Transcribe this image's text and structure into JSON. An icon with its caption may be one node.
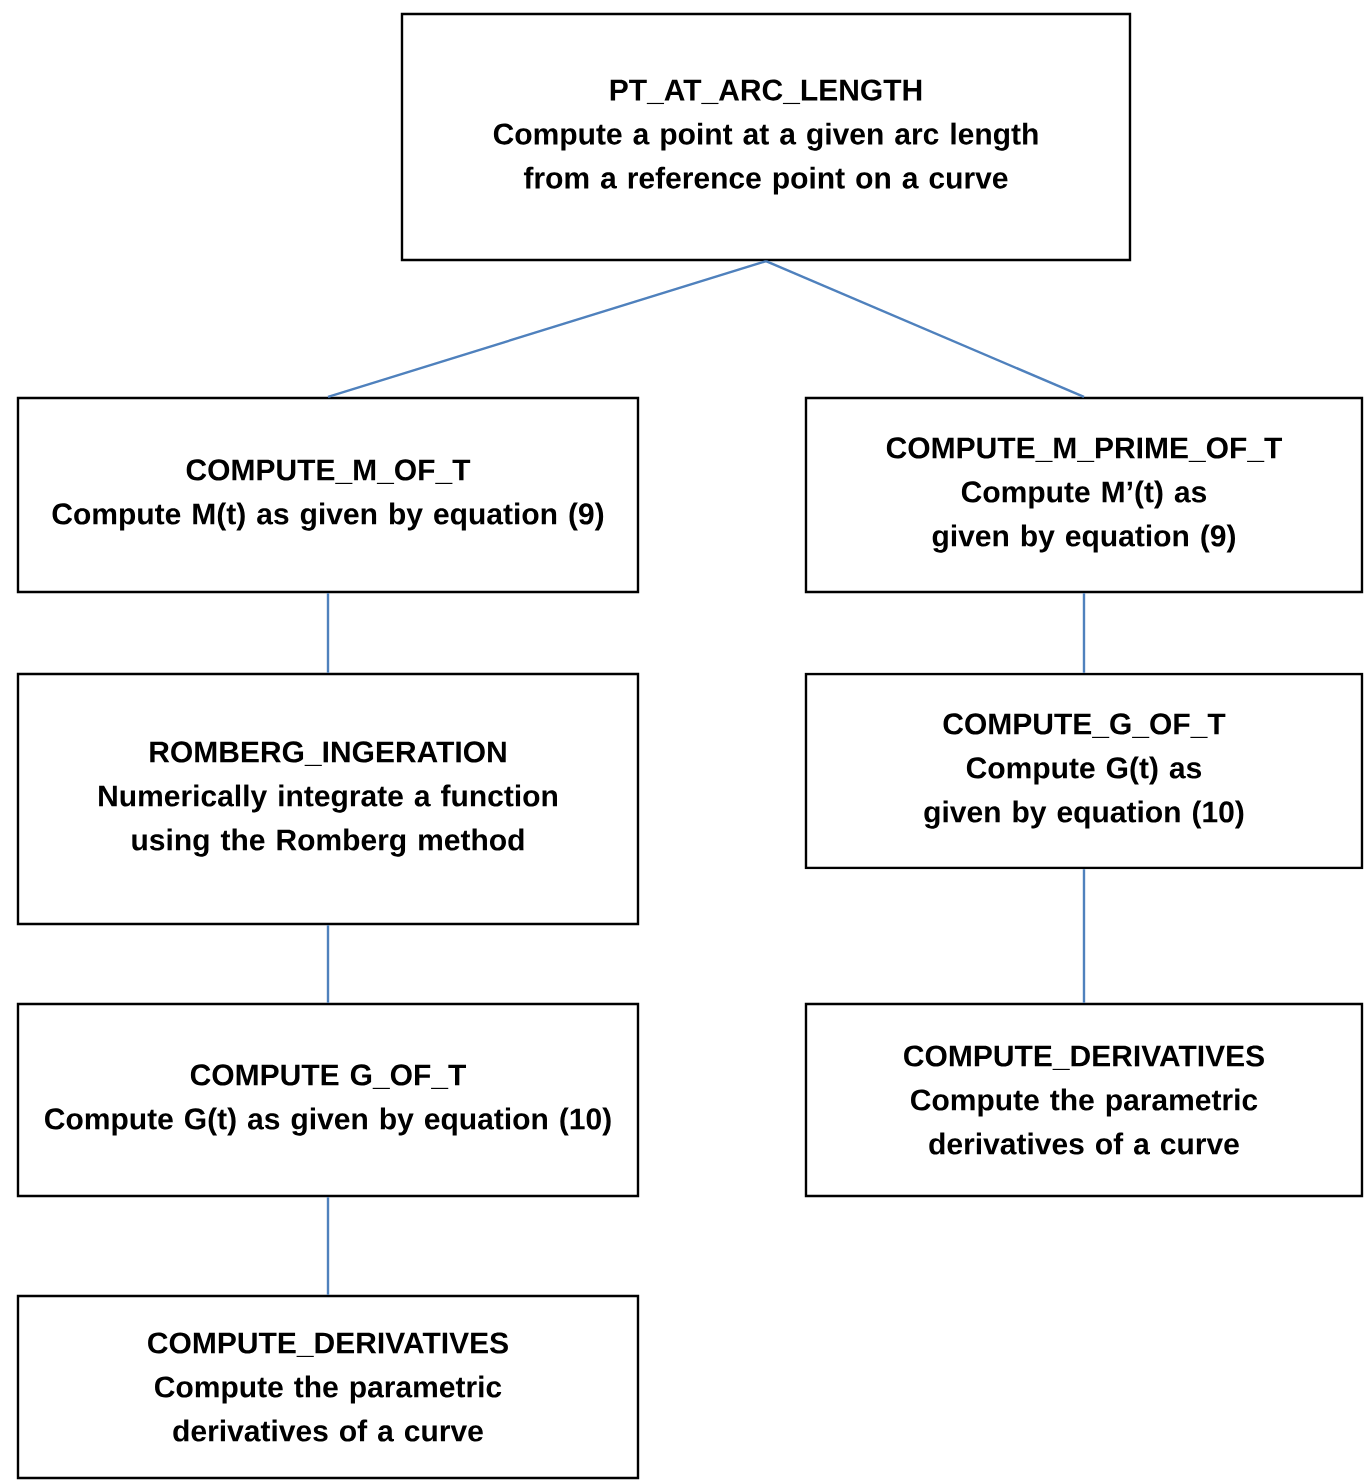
{
  "diagram": {
    "nodes": [
      {
        "text": [
          "PT_AT_ARC_LENGTH",
          "Compute a point at a given arc length from a reference point on a curve"
        ]
      },
      {
        "text": [
          "COMPUTE_M_OF_T",
          "Compute M(t)  as given by equation (9)"
        ]
      },
      {
        "text": [
          "COMPUTE_M_PRIME_OF_T",
          "Compute M’(t)  as given by equation (9)"
        ]
      },
      {
        "text": [
          "ROMBERG_INGERATION",
          "Numerically integrate a function using the Romberg method"
        ]
      },
      {
        "text": [
          "COMPUTE_G_OF_T",
          "Compute G(t)  as given by equation (10)"
        ]
      },
      {
        "text": [
          "COMPUTE G_OF_T",
          "Compute G(t) as given by equation (10)"
        ]
      },
      {
        "text": [
          "COMPUTE_DERIVATIVES",
          "Compute the parametric derivatives of a curve"
        ]
      },
      {
        "text": [
          "COMPUTE_DERIVATIVES",
          "Compute the parametric derivatives of a curve"
        ]
      }
    ],
    "edges": [
      {
        "from": 0,
        "to": 1,
        "arrow": "none"
      },
      {
        "from": 0,
        "to": 2,
        "arrow": "none"
      },
      {
        "from": 1,
        "to": 3,
        "arrow": "none"
      },
      {
        "from": 3,
        "to": 5,
        "arrow": "none"
      },
      {
        "from": 5,
        "to": 7,
        "arrow": "none"
      },
      {
        "from": 2,
        "to": 4,
        "arrow": "none"
      },
      {
        "from": 4,
        "to": 6,
        "arrow": "none"
      }
    ]
  }
}
